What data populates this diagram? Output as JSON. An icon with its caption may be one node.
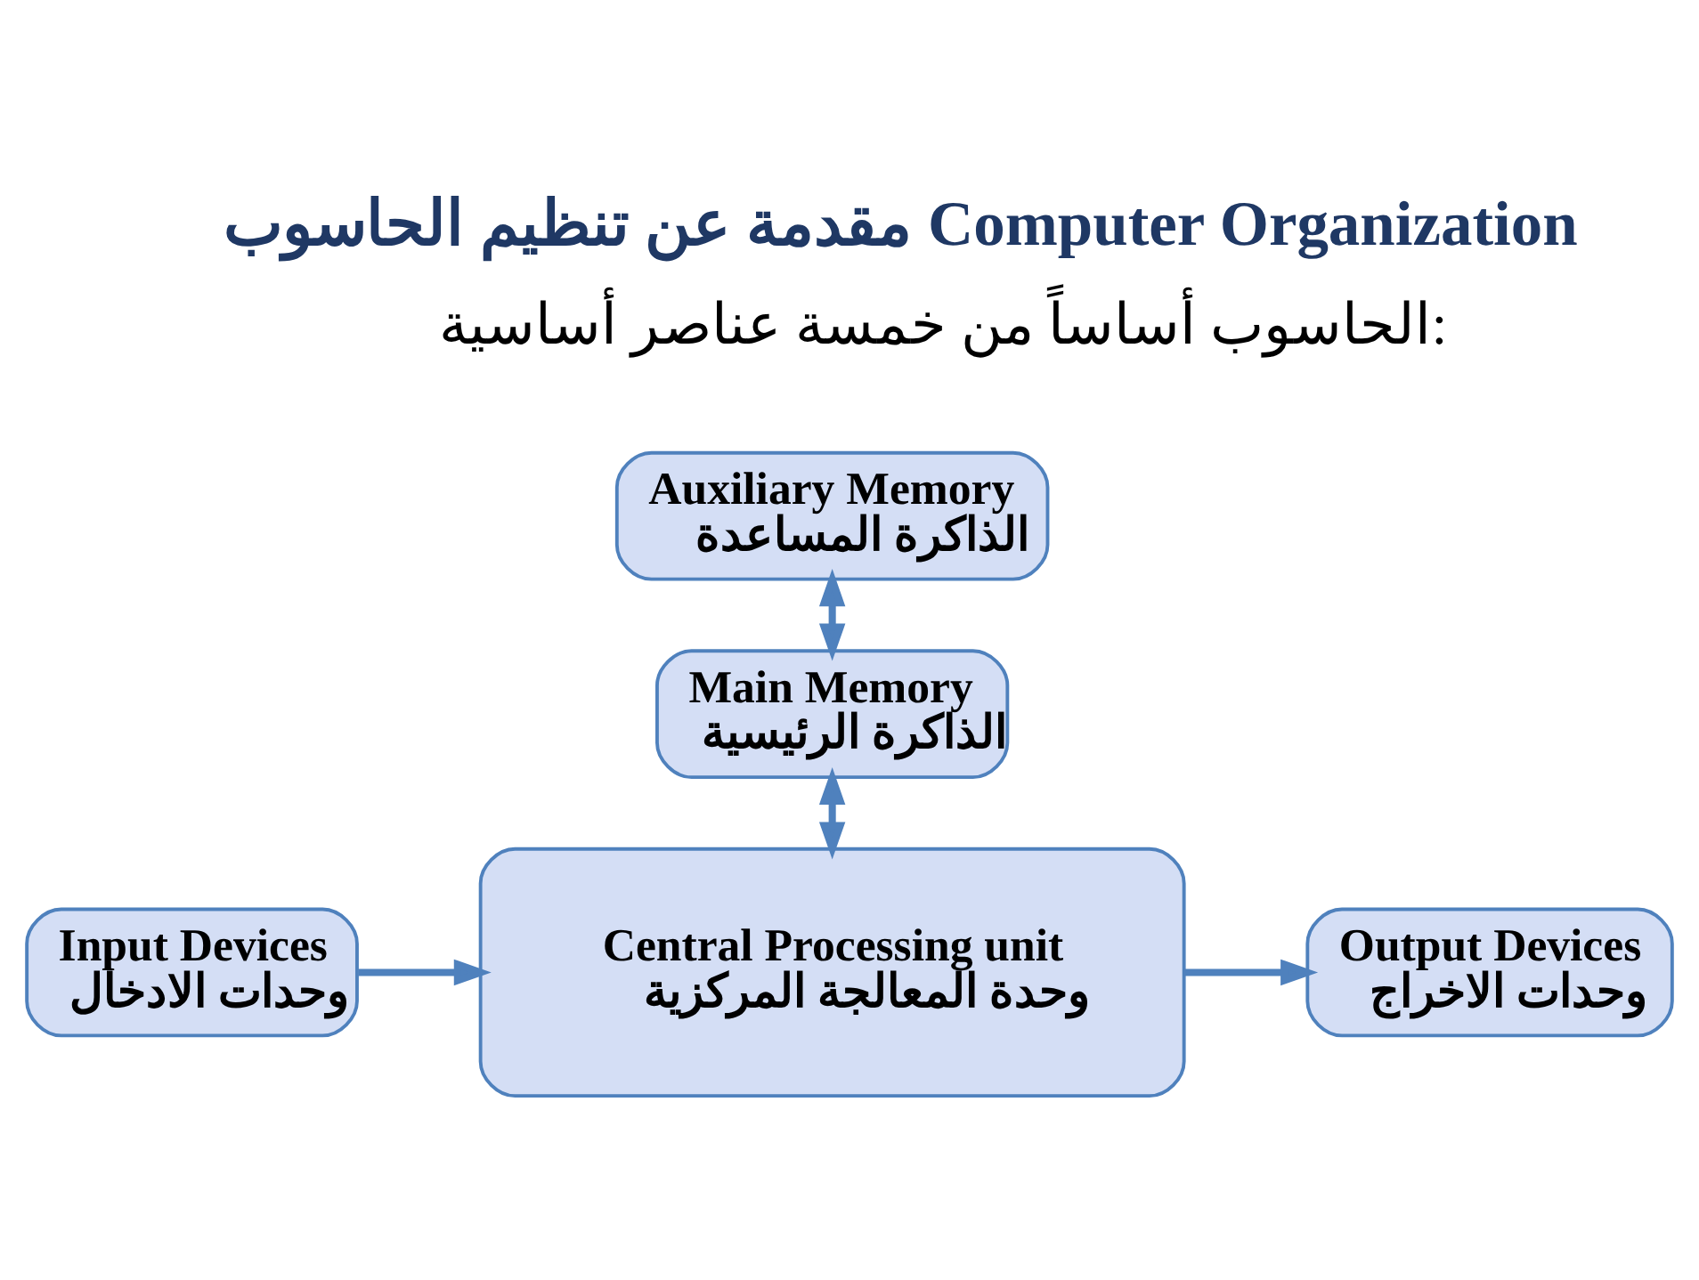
{
  "diagram": {
    "title": "مقدمة عن تنظيم الحاسوب Computer Organization",
    "nodes": [
      {
        "text": [
          "Auxiliary Memory",
          "الذاكرة المساعدة"
        ]
      },
      {
        "text": [
          "Main Memory",
          "الذاكرة الرئيسية"
        ]
      },
      {
        "text": [
          "Input Devices",
          "وحدات الادخال"
        ]
      },
      {
        "text": [
          "Central Processing unit",
          "وحدة المعالجة المركزية"
        ]
      },
      {
        "text": [
          "Output Devices",
          "وحدات الاخراج"
        ]
      }
    ],
    "edges": [
      {
        "from": 0,
        "to": 1,
        "arrow": "both"
      },
      {
        "from": 1,
        "to": 3,
        "arrow": "both"
      },
      {
        "from": 2,
        "to": 3,
        "arrow": "to"
      },
      {
        "from": 3,
        "to": 4,
        "arrow": "to"
      }
    ],
    "labels": [
      "الحاسوب أساساً من خمسة عناصر أساسية:"
    ]
  }
}
